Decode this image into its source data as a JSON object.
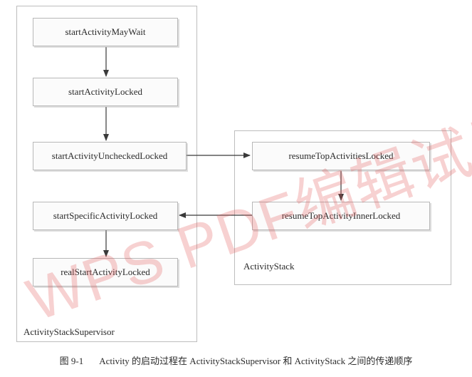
{
  "containers": {
    "supervisor_label": "ActivityStackSupervisor",
    "stack_label": "ActivityStack"
  },
  "nodes": {
    "start_activity_may_wait": "startActivityMayWait",
    "start_activity_locked": "startActivityLocked",
    "start_activity_unchecked_locked": "startActivityUncheckedLocked",
    "start_specific_activity_locked": "startSpecificActivityLocked",
    "real_start_activity_locked": "realStartActivityLocked",
    "resume_top_activities_locked": "resumeTopActivitiesLocked",
    "resume_top_activity_inner_locked": "resumeTopActivityInnerLocked"
  },
  "caption": {
    "figure_number": "图 9-1",
    "text": "Activity 的启动过程在 ActivityStackSupervisor 和 ActivityStack 之间的传递顺序"
  },
  "watermark": "WPS PDF编辑试用",
  "colors": {
    "line": "#3a3a3a",
    "border": "#bdbdbd",
    "watermark": "#e15a5a"
  }
}
